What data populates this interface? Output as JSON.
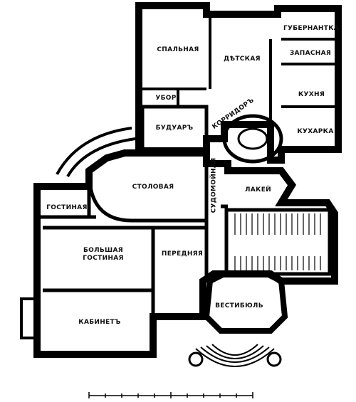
{
  "rooms": {
    "gubernantka": "ГУБЕРНАНТКА",
    "spalnaya": "СПАЛЬНАЯ",
    "detskaya": "ДѢТСКАЯ",
    "zapasnaya": "ЗАПАСНАЯ",
    "kukhnya": "КУХНЯ",
    "ubor": "УБОР",
    "koridor": "КОРРИДОРЪ",
    "buduar": "БУДУАРЪ",
    "kukharka": "КУХАРКА",
    "stolovaya": "СТОЛОВАЯ",
    "sudomoynaya": "СУДОМОЙНАЯ",
    "lakey": "ЛАКЕЙ",
    "gostinaya": "ГОСТИНАЯ",
    "bolshaya_gostinaya": "БОЛЬШАЯ\nГОСТИНАЯ",
    "perednyaya": "ПЕРЕДНЯЯ",
    "vestibyul": "ВЕСТИБЮЛЬ",
    "kabinet": "КАБИНЕТЪ"
  }
}
